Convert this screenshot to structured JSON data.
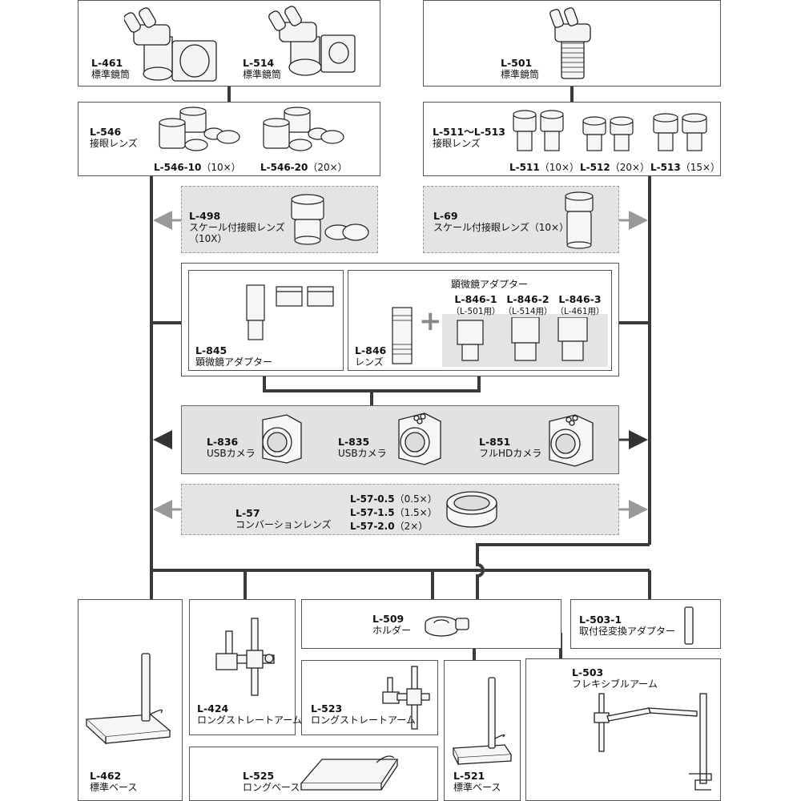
{
  "nodes": {
    "l461": {
      "code": "L-461",
      "name": "標準鏡筒"
    },
    "l514": {
      "code": "L-514",
      "name": "標準鏡筒"
    },
    "l501": {
      "code": "L-501",
      "name": "標準鏡筒"
    },
    "l546": {
      "code": "L-546",
      "name": "接眼レンズ",
      "subs": [
        {
          "code": "L-546-10",
          "mag": "（10×）"
        },
        {
          "code": "L-546-20",
          "mag": "（20×）"
        }
      ]
    },
    "l511": {
      "code": "L-511～L-513",
      "name": "接眼レンズ",
      "subs": [
        {
          "code": "L-511",
          "mag": "（10×）"
        },
        {
          "code": "L-512",
          "mag": "（20×）"
        },
        {
          "code": "L-513",
          "mag": "（15×）"
        }
      ]
    },
    "l498": {
      "code": "L-498",
      "name": "スケール付接眼レンズ",
      "name2": "（10X）"
    },
    "l69": {
      "code": "L-69",
      "name": "スケール付接眼レンズ（10×）"
    },
    "l845": {
      "code": "L-845",
      "name": "顕微鏡アダプター"
    },
    "l846": {
      "code": "L-846",
      "name": "レンズ"
    },
    "adapter_group": {
      "title": "顕微鏡アダプター",
      "items": [
        {
          "code": "L-846-1",
          "note": "（L-501用）"
        },
        {
          "code": "L-846-2",
          "note": "（L-514用）"
        },
        {
          "code": "L-846-3",
          "note": "（L-461用）"
        }
      ]
    },
    "l836": {
      "code": "L-836",
      "name": "USBカメラ"
    },
    "l835": {
      "code": "L-835",
      "name": "USBカメラ"
    },
    "l851": {
      "code": "L-851",
      "name": "フルHDカメラ"
    },
    "l57": {
      "code": "L-57",
      "name": "コンバーションレンズ",
      "subs": [
        {
          "code": "L-57-0.5",
          "mag": "（0.5×）"
        },
        {
          "code": "L-57-1.5",
          "mag": "（1.5×）"
        },
        {
          "code": "L-57-2.0",
          "mag": "（2×）"
        }
      ]
    },
    "l462": {
      "code": "L-462",
      "name": "標準ベース"
    },
    "l424": {
      "code": "L-424",
      "name": "ロングストレートアーム"
    },
    "l509": {
      "code": "L-509",
      "name": "ホルダー"
    },
    "l5031": {
      "code": "L-503-1",
      "name": "取付径変換アダプター"
    },
    "l523": {
      "code": "L-523",
      "name": "ロングストレートアーム"
    },
    "l521": {
      "code": "L-521",
      "name": "標準ベース"
    },
    "l503": {
      "code": "L-503",
      "name": "フレキシブルアーム"
    },
    "l525": {
      "code": "L-525",
      "name": "ロングベース"
    }
  },
  "colors": {
    "line": "#3a3a3a",
    "arrow_light": "#9a9a9a",
    "panel": "#e4e4e4",
    "plus": "#888888"
  }
}
